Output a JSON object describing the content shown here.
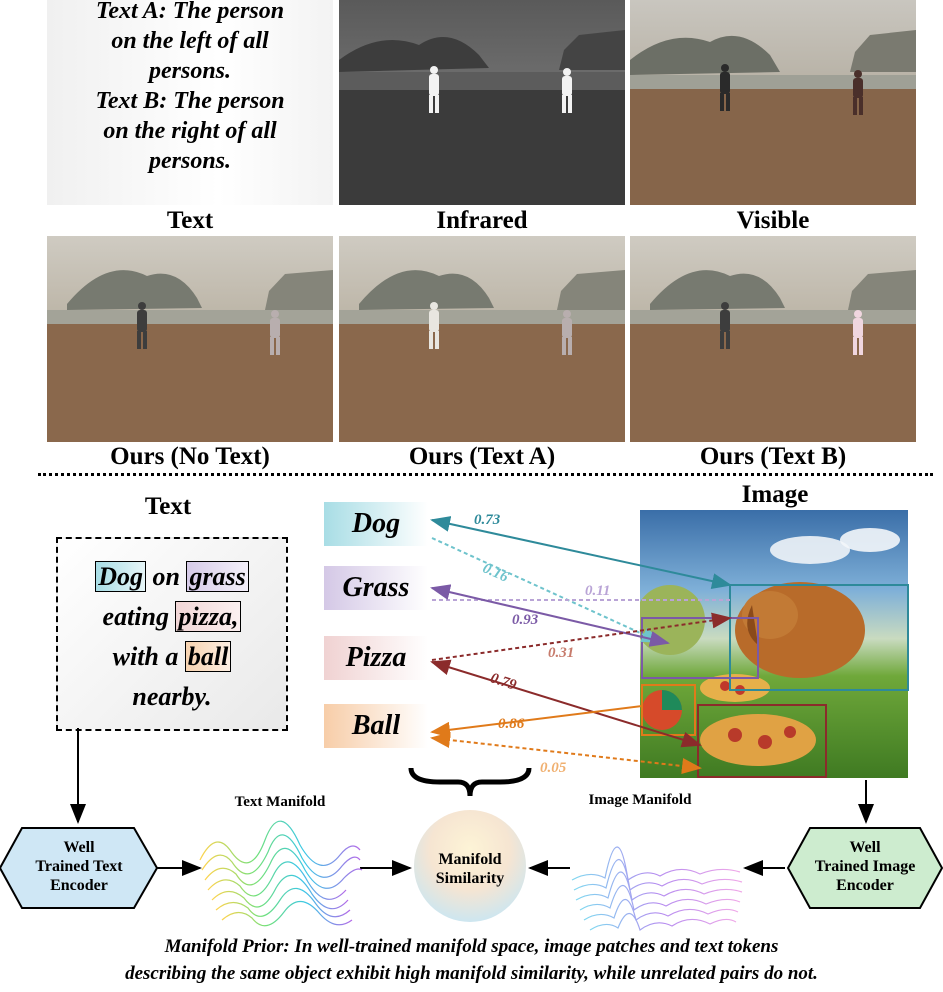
{
  "top_grid": {
    "text_panel": {
      "lines": [
        "Text A: The person",
        "on the left of all",
        "persons.",
        "Text B: The person",
        "on the right of all",
        "persons."
      ]
    },
    "row1_captions": [
      "Text",
      "Infrared",
      "Visible"
    ],
    "row2_captions": [
      "Ours (No Text)",
      "Ours (Text A)",
      "Ours (Text B)"
    ]
  },
  "bottom": {
    "text_heading": "Text",
    "image_heading": "Image",
    "sentence": {
      "line1": [
        "Dog",
        "on",
        "grass"
      ],
      "line2": [
        "eating",
        "pizza,"
      ],
      "line3": [
        "with a",
        "ball"
      ],
      "line4": "nearby."
    },
    "words": [
      "Dog",
      "Grass",
      "Pizza",
      "Ball"
    ],
    "similarities": {
      "dog_dog": "0.73",
      "dog_grass": "0.16",
      "grass_dog": "0.11",
      "grass_grass": "0.93",
      "pizza_dog": "0.31",
      "pizza_pizza": "0.79",
      "ball_ball": "0.86",
      "ball_pizza": "0.05"
    },
    "text_manifold_label": "Text Manifold",
    "image_manifold_label": "Image Manifold",
    "manifold_similarity": [
      "Manifold",
      "Similarity"
    ],
    "text_encoder": [
      "Well",
      "Trained Text",
      "Encoder"
    ],
    "image_encoder": [
      "Well",
      "Trained Image",
      "Encoder"
    ],
    "caption_lines": [
      "Manifold Prior: In well-trained manifold space, image patches and text tokens",
      "describing the same object exhibit high manifold similarity, while unrelated pairs do not."
    ]
  },
  "colors": {
    "dog": "#2e8a9a",
    "dog_weak": "#6ec3cc",
    "grass": "#7b5aa6",
    "grass_weak": "#b9a4d6",
    "pizza": "#8b2b2b",
    "pizza_weak": "#c77b6c",
    "ball": "#e07a1a",
    "ball_weak": "#f0b070"
  }
}
